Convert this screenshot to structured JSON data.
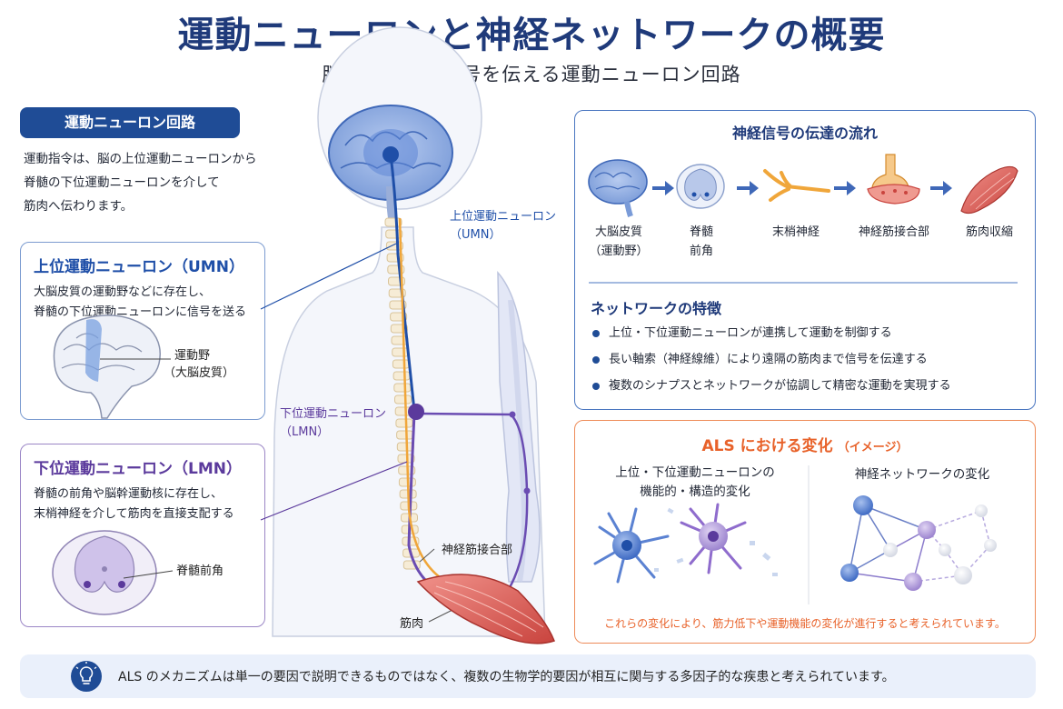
{
  "title": "運動ニューロンと神経ネットワークの概要",
  "subtitle": "脳から筋肉へ信号を伝える運動ニューロン回路",
  "circuit": {
    "heading": "運動ニューロン回路",
    "lines": [
      "運動指令は、脳の上位運動ニューロンから",
      "脊髄の下位運動ニューロンを介して",
      "筋肉へ伝わります。"
    ]
  },
  "umn": {
    "title": "上位運動ニューロン（UMN）",
    "lines": [
      "大脳皮質の運動野などに存在し、",
      "脊髄の下位運動ニューロンに信号を送る"
    ],
    "label_lines": [
      "運動野",
      "（大脳皮質）"
    ]
  },
  "lmn": {
    "title": "下位運動ニューロン（LMN）",
    "lines": [
      "脊髄の前角や脳幹運動核に存在し、",
      "末梢神経を介して筋肉を直接支配する"
    ],
    "label": "脊髄前角"
  },
  "body_labels": {
    "umn_lines": [
      "上位運動ニューロン",
      "（UMN）"
    ],
    "lmn_lines": [
      "下位運動ニューロン",
      "（LMN）"
    ],
    "nmj": "神経筋接合部",
    "muscle": "筋肉"
  },
  "flow": {
    "title": "神経信号の伝達の流れ",
    "stages": [
      {
        "lines": [
          "大脳皮質",
          "（運動野）"
        ]
      },
      {
        "lines": [
          "脊髄",
          "前角"
        ]
      },
      {
        "lines": [
          "末梢神経"
        ]
      },
      {
        "lines": [
          "神経筋接合部"
        ]
      },
      {
        "lines": [
          "筋肉収縮"
        ]
      }
    ]
  },
  "network": {
    "title": "ネットワークの特徴",
    "bullets": [
      "上位・下位運動ニューロンが連携して運動を制御する",
      "長い軸索（神経線維）により遠隔の筋肉まで信号を伝達する",
      "複数のシナプスとネットワークが協調して精密な運動を実現する"
    ]
  },
  "als": {
    "title": "ALS における変化",
    "title_note": "（イメージ）",
    "left_lines": [
      "上位・下位運動ニューロンの",
      "機能的・構造的変化"
    ],
    "right_title": "神経ネットワークの変化",
    "note": "これらの変化により、筋力低下や運動機能の変化が進行すると考えられています。"
  },
  "footer": {
    "text": "ALS のメカニズムは単一の要因で説明できるものではなく、複数の生物学的要因が相互に関与する多因子的な疾患と考えられています。",
    "icon": "lightbulb-icon"
  },
  "colors": {
    "navy": "#1f3a7a",
    "umn_blue": "#1f4fa8",
    "lmn_purple": "#5b3a9c",
    "muscle_red": "#d9574c",
    "als_orange": "#e8622a"
  }
}
